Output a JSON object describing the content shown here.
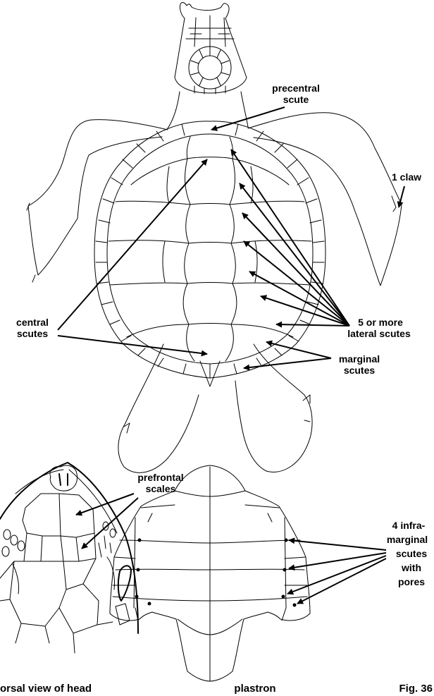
{
  "labels": {
    "precentral": [
      "precentral",
      "scute"
    ],
    "claw": "1 claw",
    "central": [
      "central",
      "scutes"
    ],
    "lateral": [
      "5 or more",
      "lateral scutes"
    ],
    "marginal": [
      "marginal",
      "scutes"
    ],
    "prefrontal": [
      "prefrontal",
      "scales"
    ],
    "inframarginal": [
      "4 infra-",
      "marginal",
      "scutes",
      "with",
      "pores"
    ]
  },
  "captions": {
    "head": "orsal view of head",
    "plastron": "plastron",
    "figure": "Fig. 36"
  }
}
